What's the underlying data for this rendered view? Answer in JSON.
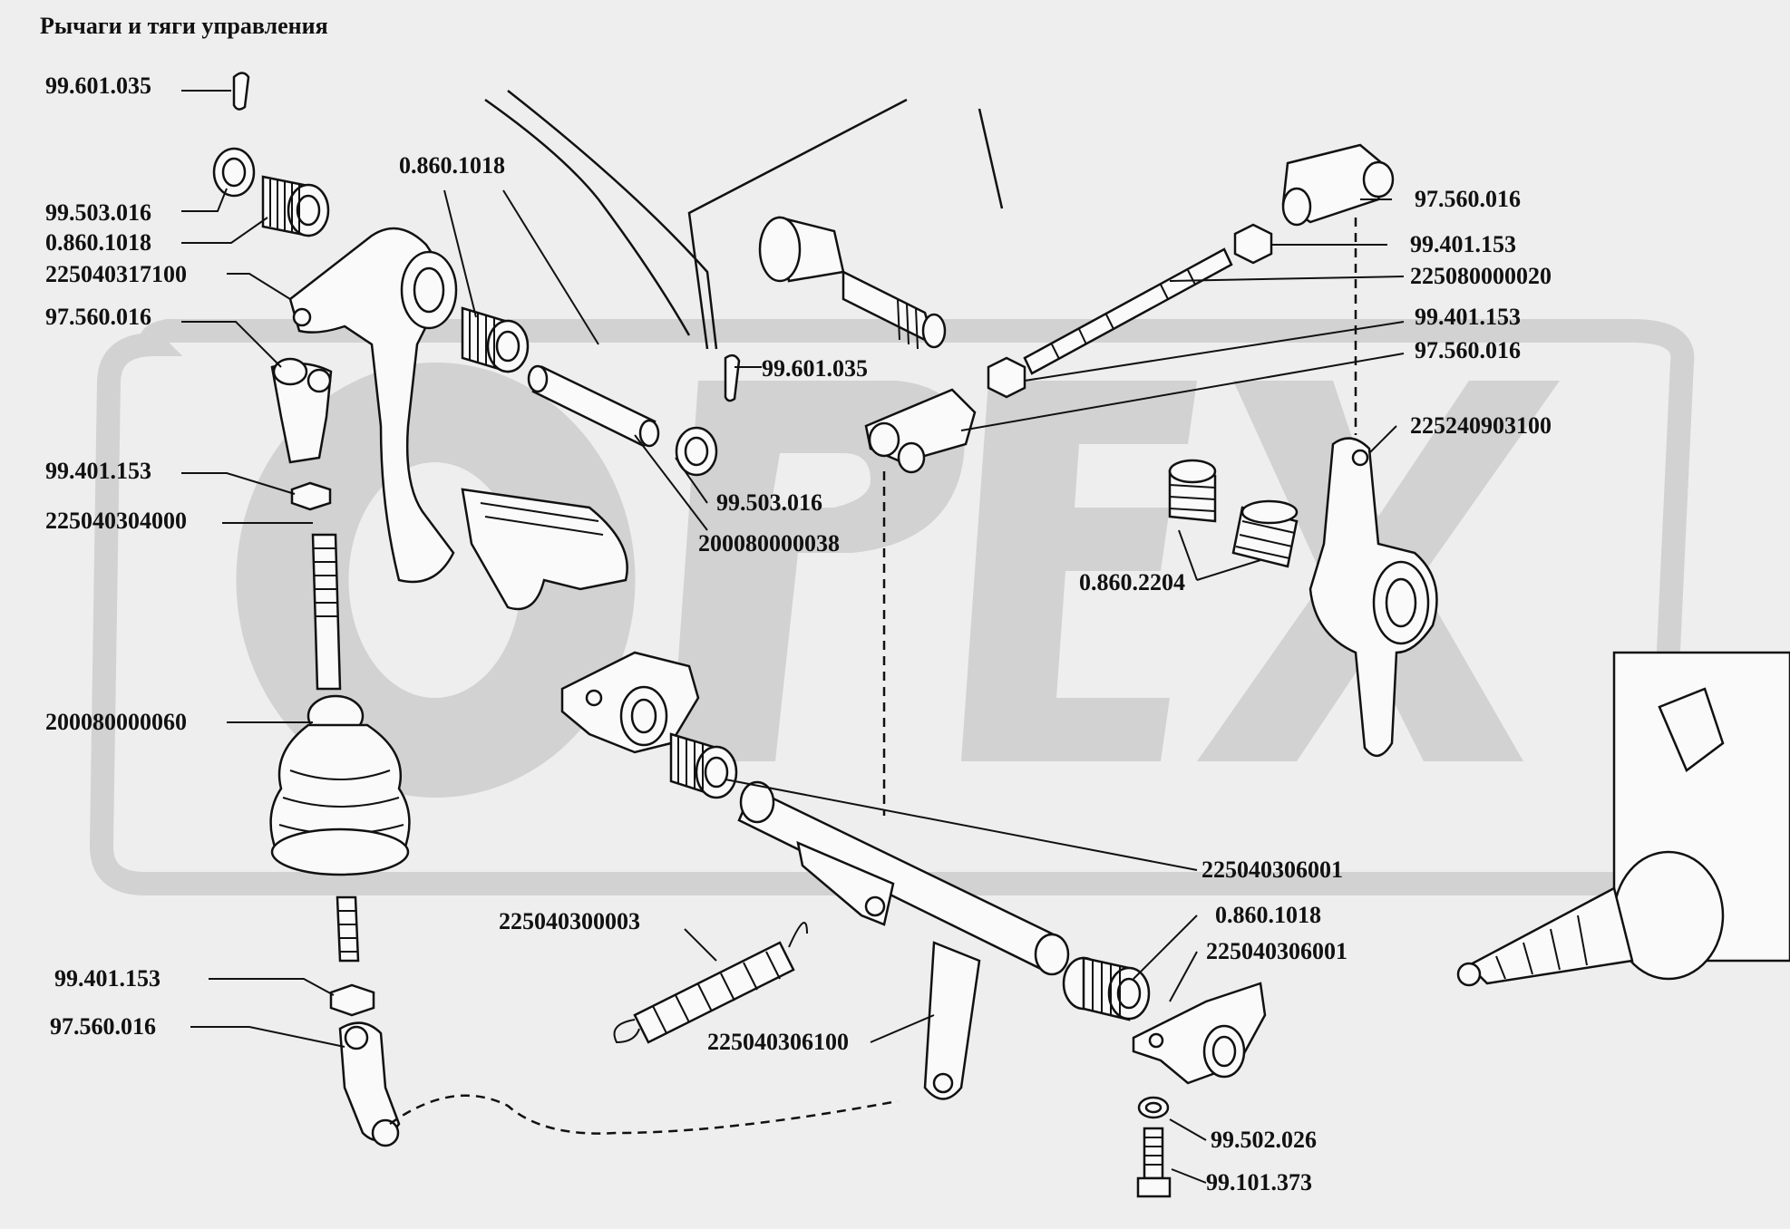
{
  "title": "Рычаги и тяги управления",
  "watermark": "OPEX",
  "labels": {
    "l01": "99.601.035",
    "l02": "99.503.016",
    "l03": "0.860.1018",
    "l04": "225040317100",
    "l05": "97.560.016",
    "l06": "99.401.153",
    "l07": "225040304000",
    "l08": "200080000060",
    "l09": "99.401.153",
    "l10": "97.560.016",
    "l11": "0.860.1018",
    "l12": "99.601.035",
    "l13": "99.503.016",
    "l14": "200080000038",
    "l15": "97.560.016",
    "l16": "99.401.153",
    "l17": "225080000020",
    "l18": "99.401.153",
    "l19": "97.560.016",
    "l20": "225240903100",
    "l21": "0.860.2204",
    "l22": "225040306001",
    "l23": "0.860.1018",
    "l24": "225040306001",
    "l25": "225040300003",
    "l26": "225040306100",
    "l27": "99.502.026",
    "l28": "99.101.373"
  }
}
